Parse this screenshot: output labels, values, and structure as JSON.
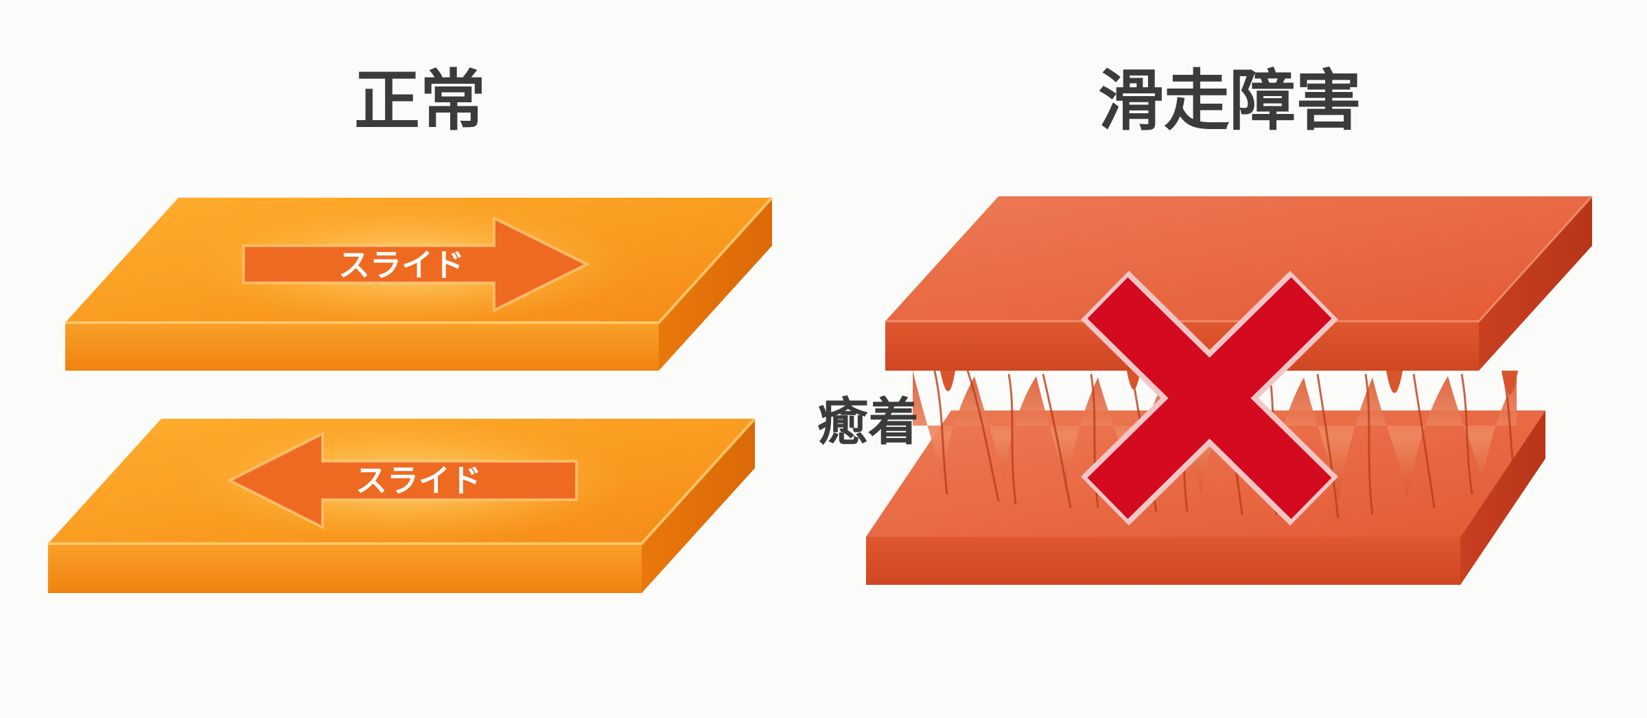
{
  "normal": {
    "title": "正常",
    "top_arrow_label": "スライド",
    "bottom_arrow_label": "スライド"
  },
  "disorder": {
    "title": "滑走障害",
    "adhesion_label": "癒着"
  },
  "colors": {
    "normal_plate": "#f7931e",
    "disorder_plate": "#e4643c",
    "arrow": "#ef6a21",
    "cross": "#d40a1e",
    "title_text": "#3b3b3b"
  },
  "icons": {
    "top_arrow": "arrow-right-icon",
    "bottom_arrow": "arrow-left-icon",
    "cross": "x-mark-icon"
  }
}
